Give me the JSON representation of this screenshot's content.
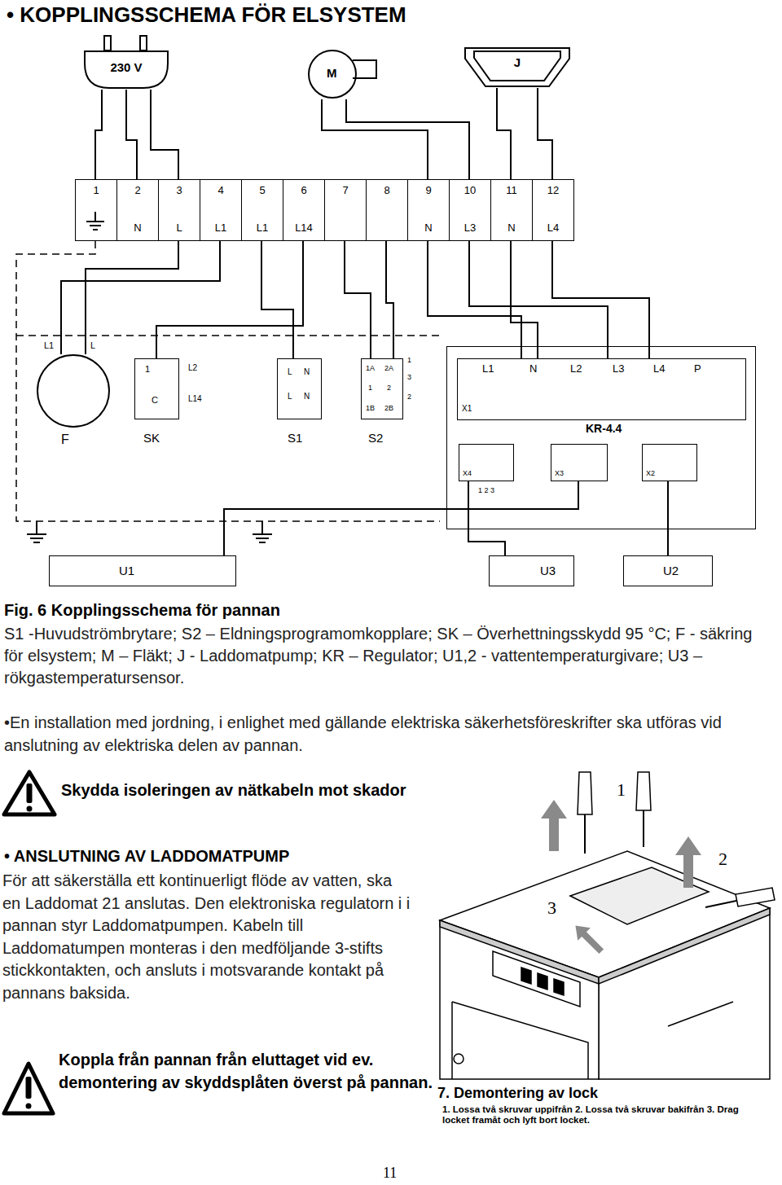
{
  "diagram": {
    "title": "• KOPPLINGSSCHEMA FÖR ELSYSTEM",
    "caption": "Fig. 6 Kopplingsschema för pannan",
    "nodes": [
      {
        "text": [
          "230 V"
        ]
      },
      {
        "text": [
          "M"
        ]
      },
      {
        "text": [
          "J"
        ]
      },
      {
        "text": [
          "1"
        ]
      },
      {
        "text": [
          "2",
          "N"
        ]
      },
      {
        "text": [
          "3",
          "L"
        ]
      },
      {
        "text": [
          "4",
          "L1"
        ]
      },
      {
        "text": [
          "5",
          "L1"
        ]
      },
      {
        "text": [
          "6",
          "L14"
        ]
      },
      {
        "text": [
          "7"
        ]
      },
      {
        "text": [
          "8"
        ]
      },
      {
        "text": [
          "9",
          "N"
        ]
      },
      {
        "text": [
          "10",
          "L3"
        ]
      },
      {
        "text": [
          "11",
          "N"
        ]
      },
      {
        "text": [
          "12",
          "L4"
        ]
      },
      {
        "text": [
          "F"
        ]
      },
      {
        "text": [
          "1",
          "C",
          "SK"
        ]
      },
      {
        "text": [
          "L",
          "N",
          "L",
          "N",
          "S1"
        ]
      },
      {
        "text": [
          "1A",
          "2A",
          "1",
          "2",
          "1B",
          "2B",
          "S2"
        ]
      },
      {
        "text": [
          "KR-4.4"
        ]
      },
      {
        "text": [
          "L1",
          "N",
          "L2",
          "L3",
          "L4",
          "P",
          "X1"
        ],
        "in": 19
      },
      {
        "text": [
          "X4"
        ],
        "in": 19
      },
      {
        "text": [
          "X3"
        ],
        "in": 19
      },
      {
        "text": [
          "X2"
        ],
        "in": 19
      },
      {
        "text": [
          "U1"
        ]
      },
      {
        "text": [
          "U3"
        ]
      },
      {
        "text": [
          "U2"
        ]
      }
    ],
    "edges": [
      {
        "from": 0,
        "to": 3,
        "arrow": "none"
      },
      {
        "from": 0,
        "to": 4,
        "arrow": "none"
      },
      {
        "from": 0,
        "to": 5,
        "arrow": "none"
      },
      {
        "from": 1,
        "to": 11,
        "arrow": "none"
      },
      {
        "from": 1,
        "to": 12,
        "arrow": "none"
      },
      {
        "from": 2,
        "to": 13,
        "arrow": "none"
      },
      {
        "from": 2,
        "to": 14,
        "arrow": "none"
      },
      {
        "from": 5,
        "to": 15,
        "arrow": "none"
      },
      {
        "from": 6,
        "to": 15,
        "arrow": "none"
      },
      {
        "from": 7,
        "to": 17,
        "arrow": "none"
      },
      {
        "from": 8,
        "to": 16,
        "arrow": "none"
      },
      {
        "from": 9,
        "to": 18,
        "arrow": "none"
      },
      {
        "from": 10,
        "to": 18,
        "arrow": "none"
      },
      {
        "from": 11,
        "to": 20,
        "arrow": "none"
      },
      {
        "from": 12,
        "to": 20,
        "arrow": "none"
      },
      {
        "from": 13,
        "to": 20,
        "arrow": "none"
      },
      {
        "from": 14,
        "to": 20,
        "arrow": "none"
      },
      {
        "from": 21,
        "to": 25,
        "arrow": "none"
      },
      {
        "from": 23,
        "to": 26,
        "arrow": "none"
      },
      {
        "from": 22,
        "to": 24,
        "arrow": "none"
      }
    ],
    "labels": [
      "L1",
      "L",
      "L2",
      "L14",
      "1",
      "3",
      "2",
      "1 2 3",
      "S1 -Huvudströmbrytare; S2 – Eldningsprogramomkopplare; SK – Överhettningsskydd 95 °C; F - säkring för elsystem; M – Fläkt; J - Laddomatpump; KR – Regulator; U1,2 - vattentemperaturgivare; U3 – rökgastemperatursensor.",
      "•En installation med jordning, i enlighet med gällande elektriska säkerhetsföreskrifter ska utföras vid anslutning av elektriska delen av pannan.",
      "Skydda isoleringen av nätkabeln mot skador",
      "• ANSLUTNING AV LADDOMATPUMP",
      "För att säkerställa ett kontinuerligt flöde av vatten, ska en Laddomat 21 anslutas. Den elektroniska regulatorn i i pannan styr Laddomatpumpen. Kabeln till Laddomatumpen monteras i den medföljande 3-stifts stickkontakten, och ansluts i motsvarande kontakt på pannans baksida.",
      "Koppla från pannan från eluttaget vid ev. demontering av skyddsplåten överst på pannan.",
      "1",
      "2",
      "3",
      "7. Demontering av lock",
      "1. Lossa två skruvar uppifrån 2. Lossa två skruvar bakifrån 3. Drag locket framåt och lyft bort locket.",
      "11"
    ]
  }
}
